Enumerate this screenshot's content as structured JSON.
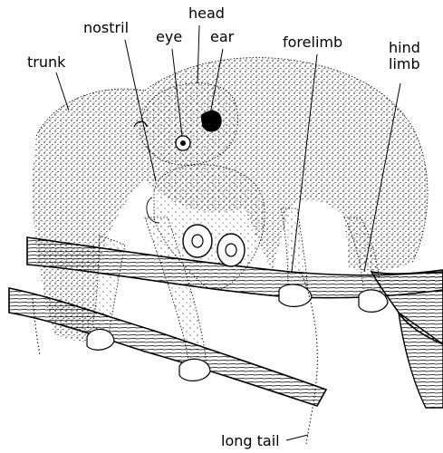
{
  "labels": {
    "head": "head",
    "nostril": "nostril",
    "eye": "eye",
    "ear": "ear",
    "forelimb": "forelimb",
    "hind_line1": "hind",
    "hind_line2": "limb",
    "trunk": "trunk",
    "long_tail": "long tail"
  },
  "colors": {
    "ink": "#000000",
    "paper": "#ffffff"
  }
}
